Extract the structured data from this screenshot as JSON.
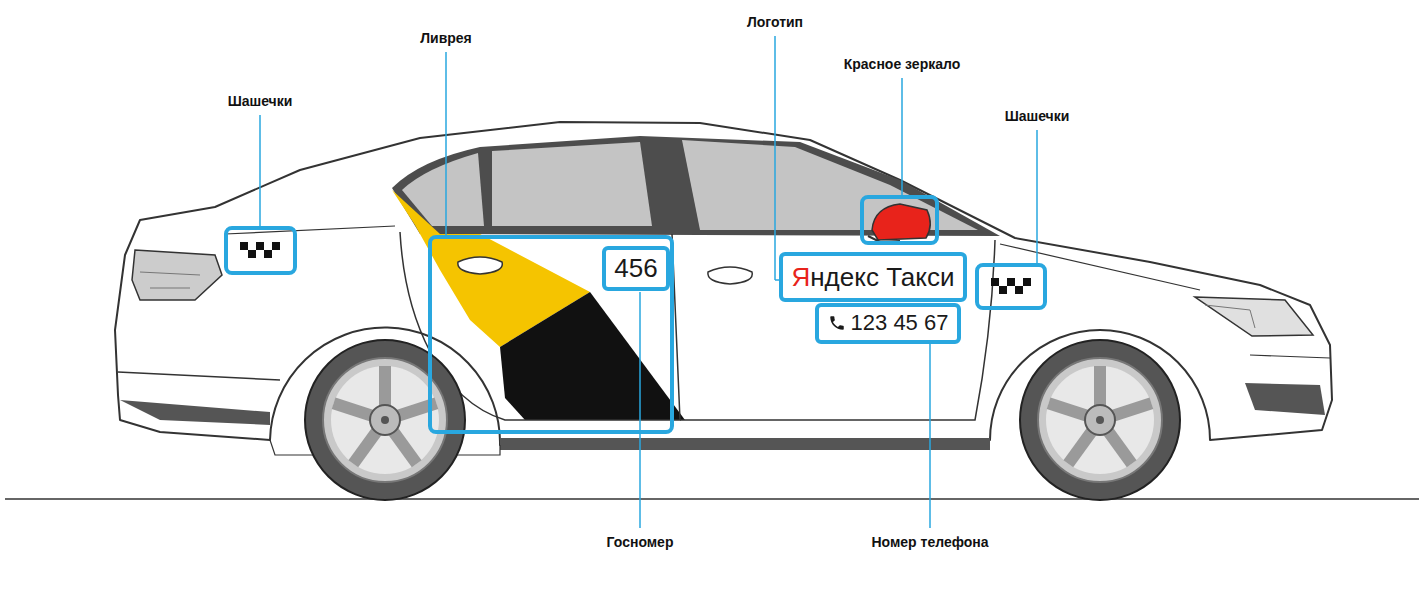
{
  "diagram": {
    "nodes": [
      {
        "text": [
          "456"
        ]
      },
      {
        "text": [
          "Яндекс Такси"
        ]
      },
      {
        "text": [
          "123 45 67"
        ]
      }
    ],
    "labels": [
      "Логотип",
      "Ливрея",
      "Красное зеркало",
      "Шашечки",
      "Шашечки",
      "Госномер",
      "Номер телефона"
    ]
  }
}
